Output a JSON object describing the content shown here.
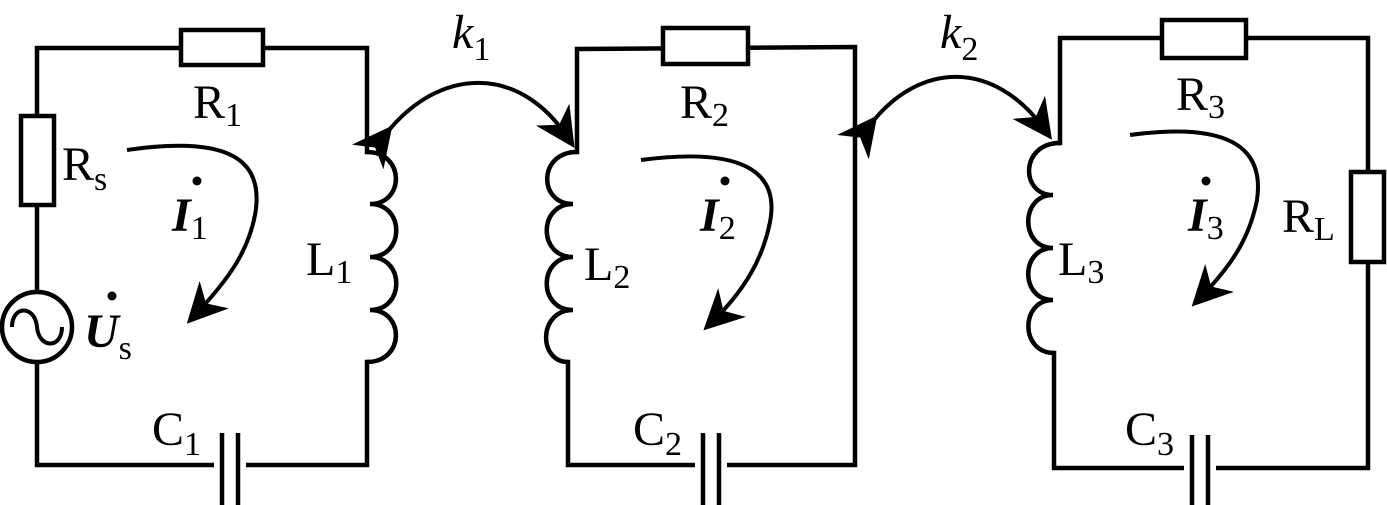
{
  "figure": {
    "type": "circuit-schematic",
    "description": "Three magnetically coupled series RLC resonant loops"
  },
  "coupling": [
    {
      "symbol": "k",
      "sub": "1",
      "between": [
        "L1",
        "L2"
      ]
    },
    {
      "symbol": "k",
      "sub": "2",
      "between": [
        "L2",
        "L3"
      ]
    }
  ],
  "loops": [
    {
      "id": "loop1",
      "resistor": {
        "symbol": "R",
        "sub": "1"
      },
      "source_resistor": {
        "symbol": "R",
        "sub": "s"
      },
      "source": {
        "symbol": "U",
        "sub": "s",
        "kind": "ac-voltage-source"
      },
      "inductor": {
        "symbol": "L",
        "sub": "1"
      },
      "capacitor": {
        "symbol": "C",
        "sub": "1"
      },
      "current": {
        "symbol": "I",
        "sub": "1",
        "direction": "clockwise"
      }
    },
    {
      "id": "loop2",
      "resistor": {
        "symbol": "R",
        "sub": "2"
      },
      "inductor": {
        "symbol": "L",
        "sub": "2"
      },
      "capacitor": {
        "symbol": "C",
        "sub": "2"
      },
      "current": {
        "symbol": "I",
        "sub": "2",
        "direction": "clockwise"
      }
    },
    {
      "id": "loop3",
      "resistor": {
        "symbol": "R",
        "sub": "3"
      },
      "load_resistor": {
        "symbol": "R",
        "sub": "L"
      },
      "inductor": {
        "symbol": "L",
        "sub": "3"
      },
      "capacitor": {
        "symbol": "C",
        "sub": "3"
      },
      "current": {
        "symbol": "I",
        "sub": "3",
        "direction": "clockwise"
      }
    }
  ]
}
